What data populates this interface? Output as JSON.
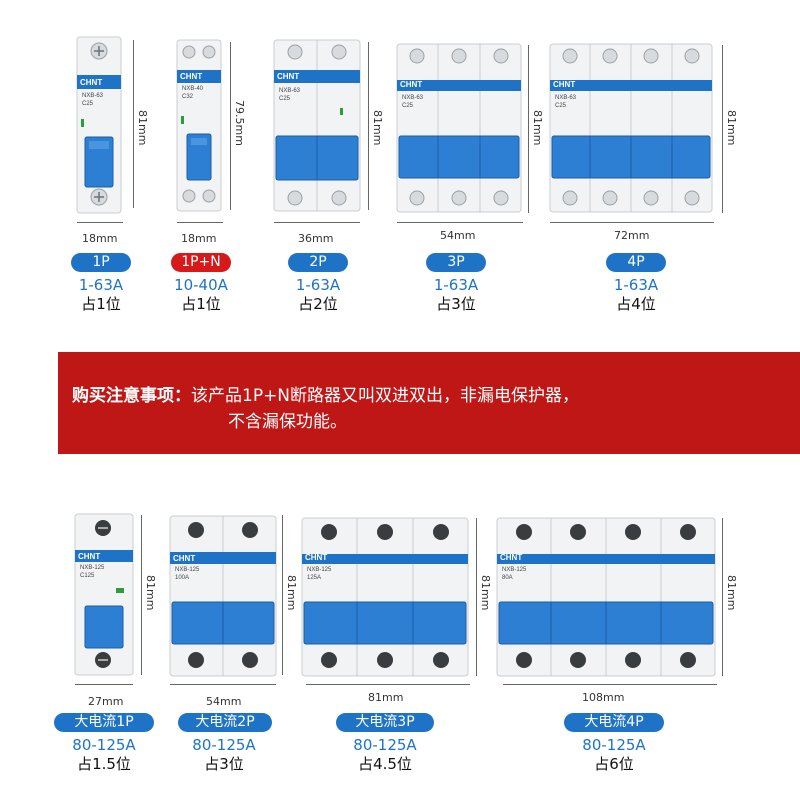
{
  "brand": "CHNT",
  "colors": {
    "accent_blue": "#1f73c6",
    "alert_red": "#d7191a",
    "banner_red": "#bf1616"
  },
  "top_row": [
    {
      "id": "1p",
      "model": "NXB-63",
      "rating": "C25",
      "width_label": "18mm",
      "height_label": "81mm",
      "pole_label": "1P",
      "pill_color": "blue",
      "current": "1-63A",
      "position": "占1位"
    },
    {
      "id": "1pn",
      "model": "NXB-40",
      "rating": "C32",
      "width_label": "18mm",
      "height_label": "79.5mm",
      "pole_label": "1P+N",
      "pill_color": "red",
      "current": "10-40A",
      "position": "占1位"
    },
    {
      "id": "2p",
      "model": "NXB-63",
      "rating": "C25",
      "width_label": "36mm",
      "height_label": "81mm",
      "pole_label": "2P",
      "pill_color": "blue",
      "current": "1-63A",
      "position": "占2位"
    },
    {
      "id": "3p",
      "model": "NXB-63",
      "rating": "C25",
      "width_label": "54mm",
      "height_label": "81mm",
      "pole_label": "3P",
      "pill_color": "blue",
      "current": "1-63A",
      "position": "占3位"
    },
    {
      "id": "4p",
      "model": "NXB-63",
      "rating": "C25",
      "width_label": "72mm",
      "height_label": "81mm",
      "pole_label": "4P",
      "pill_color": "blue",
      "current": "1-63A",
      "position": "占4位"
    }
  ],
  "notice": {
    "title": "购买注意事项：",
    "body_line1": "该产品1P+N断路器又叫双进双出，非漏电保护器，",
    "body_line2": "不含漏保功能。"
  },
  "bottom_row": [
    {
      "id": "l1p",
      "model": "NXB-125",
      "rating": "C125",
      "width_label": "27mm",
      "height_label": "81mm",
      "pole_label": "大电流1P",
      "current": "80-125A",
      "position": "占1.5位"
    },
    {
      "id": "l2p",
      "model": "NXB-125",
      "rating": "100A",
      "width_label": "54mm",
      "height_label": "81mm",
      "pole_label": "大电流2P",
      "current": "80-125A",
      "position": "占3位"
    },
    {
      "id": "l3p",
      "model": "NXB-125",
      "rating": "125A",
      "width_label": "81mm",
      "height_label": "81mm",
      "pole_label": "大电流3P",
      "current": "80-125A",
      "position": "占4.5位"
    },
    {
      "id": "l4p",
      "model": "NXB-125",
      "rating": "80A",
      "width_label": "108mm",
      "height_label": "81mm",
      "pole_label": "大电流4P",
      "current": "80-125A",
      "position": "占6位"
    }
  ]
}
